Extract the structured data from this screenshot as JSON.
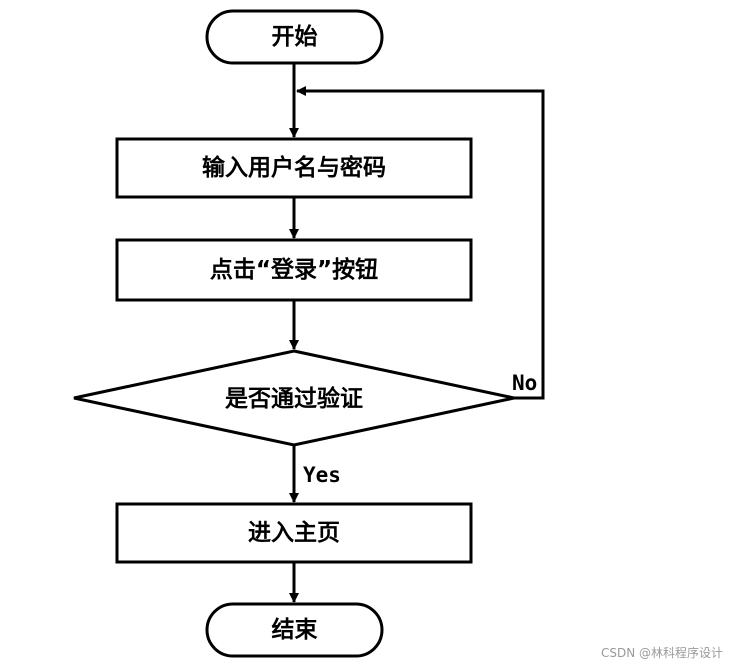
{
  "nodes": {
    "start": "开始",
    "input": "输入用户名与密码",
    "click": "点击“登录”按钮",
    "decision": "是否通过验证",
    "home": "进入主页",
    "end": "结束"
  },
  "edges": {
    "yes": "Yes",
    "no": "No"
  },
  "watermark": "CSDN @林科程序设计"
}
